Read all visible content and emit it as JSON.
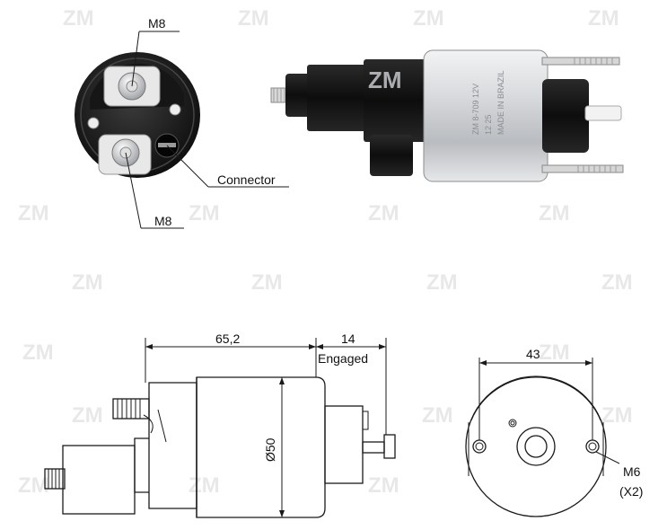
{
  "brand": {
    "watermark": "ZM"
  },
  "photo_end": {
    "label_m8_top": "M8",
    "label_m8_bottom": "M8",
    "label_connector": "Connector"
  },
  "photo_side": {
    "brand_text": "ZM",
    "body_text": [
      "ZM 8-709 12V",
      "12 25",
      "MADE IN BRAZIL"
    ]
  },
  "drawing_side": {
    "dim_length": "65,2",
    "dim_stroke": "14",
    "label_engaged": "Engaged",
    "dim_diameter": "Ø50"
  },
  "drawing_end": {
    "dim_width": "43",
    "label_m6": "M6",
    "label_qty": "(X2)"
  },
  "colors": {
    "line": "#1a1a1a",
    "watermark": "#d7d7d7",
    "housing": "#c9ccd0"
  }
}
